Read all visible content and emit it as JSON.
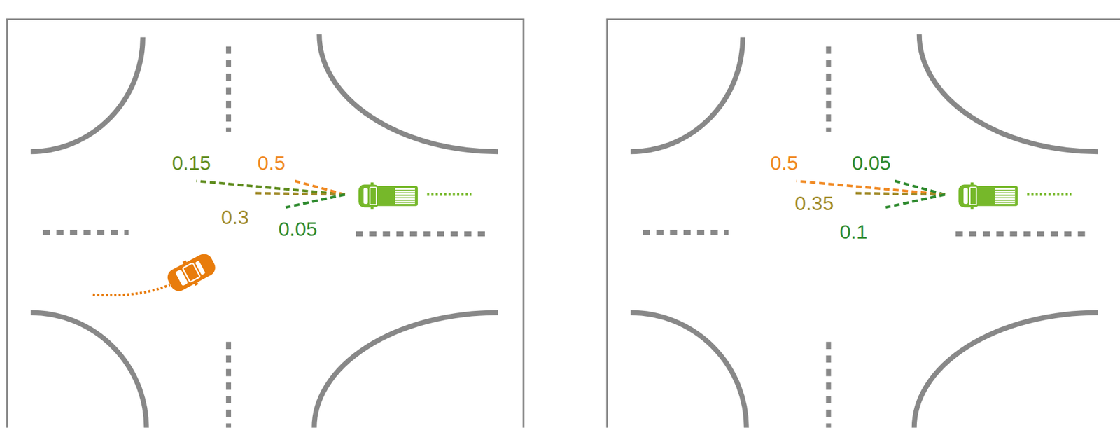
{
  "diagram": {
    "labels": [
      "0.15",
      "0.5",
      "0.3",
      "0.05",
      "0.5",
      "0.05",
      "0.35",
      "0.1"
    ]
  }
}
